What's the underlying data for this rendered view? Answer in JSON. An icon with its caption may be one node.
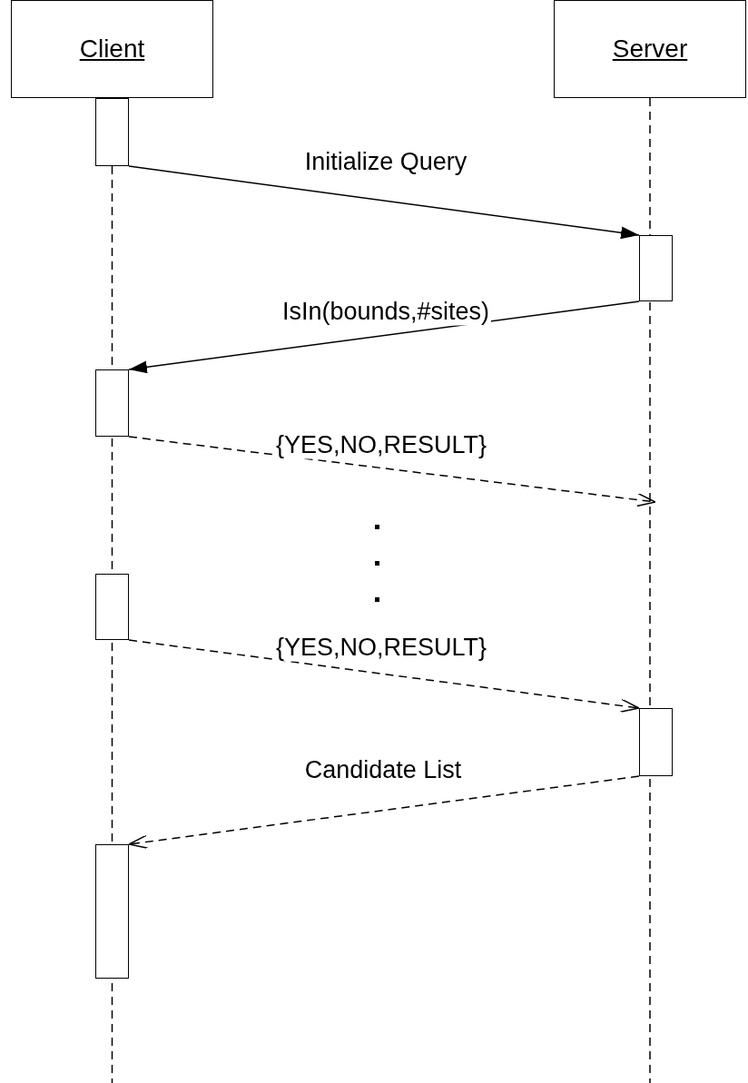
{
  "diagram": {
    "nodes": [
      {
        "text": [
          "Client"
        ]
      },
      {
        "text": [
          "Server"
        ]
      },
      {
        "text": [],
        "shape": "bar"
      },
      {
        "text": [],
        "shape": "bar"
      },
      {
        "text": [],
        "shape": "bar"
      },
      {
        "text": [],
        "shape": "bar"
      },
      {
        "text": [],
        "shape": "bar"
      },
      {
        "text": [],
        "shape": "bar"
      }
    ],
    "edges": [
      {
        "from": 0,
        "to": null,
        "arrow": "none",
        "style": "dashed"
      },
      {
        "from": 1,
        "to": null,
        "arrow": "none",
        "style": "dashed"
      },
      {
        "from": 2,
        "to": 3,
        "arrow": "to",
        "label": "Initialize Query"
      },
      {
        "from": 3,
        "to": 4,
        "arrow": "to",
        "label": "IsIn(bounds,#sites)"
      },
      {
        "from": 4,
        "to": null,
        "arrow": "to",
        "label": "{YES,NO,RESULT}",
        "style": "dashed"
      },
      {
        "from": 5,
        "to": 6,
        "arrow": "to",
        "label": "{YES,NO,RESULT}",
        "style": "dashed"
      },
      {
        "from": 6,
        "to": 7,
        "arrow": "to",
        "label": "Candidate List",
        "style": "dashed"
      }
    ]
  }
}
